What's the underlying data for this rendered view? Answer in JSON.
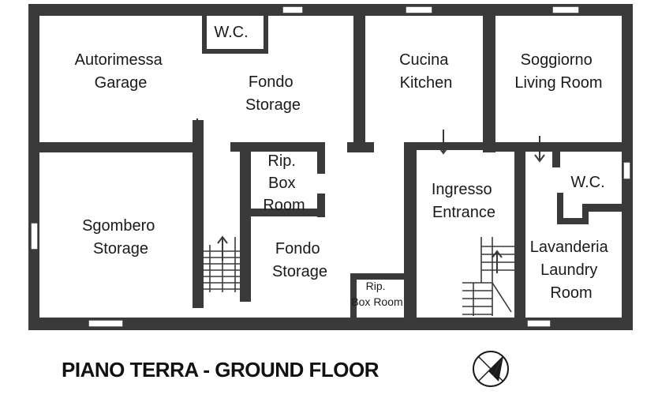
{
  "title": "PIANO TERRA - GROUND FLOOR",
  "rooms": {
    "wc_top": [
      "W.C."
    ],
    "garage": [
      "Autorimessa",
      "Garage"
    ],
    "fondo_upper": [
      "Fondo",
      "Storage"
    ],
    "kitchen": [
      "Cucina",
      "Kitchen"
    ],
    "living": [
      "Soggiorno",
      "Living Room"
    ],
    "rip_box": [
      "Rip.",
      "Box",
      "Room"
    ],
    "sgombero": [
      "Sgombero",
      "Storage"
    ],
    "fondo_lower": [
      "Fondo",
      "Storage"
    ],
    "rip_box_small": [
      "Rip.",
      "Box Room"
    ],
    "entrance": [
      "Ingresso",
      "Entrance"
    ],
    "wc_right": [
      "W.C."
    ],
    "laundry": [
      "Lavanderia",
      "Laundry",
      "Room"
    ]
  },
  "icons": {
    "compass": "compass-icon"
  },
  "colors": {
    "wall": "#3a3a3a",
    "text": "#1a1a1a"
  }
}
